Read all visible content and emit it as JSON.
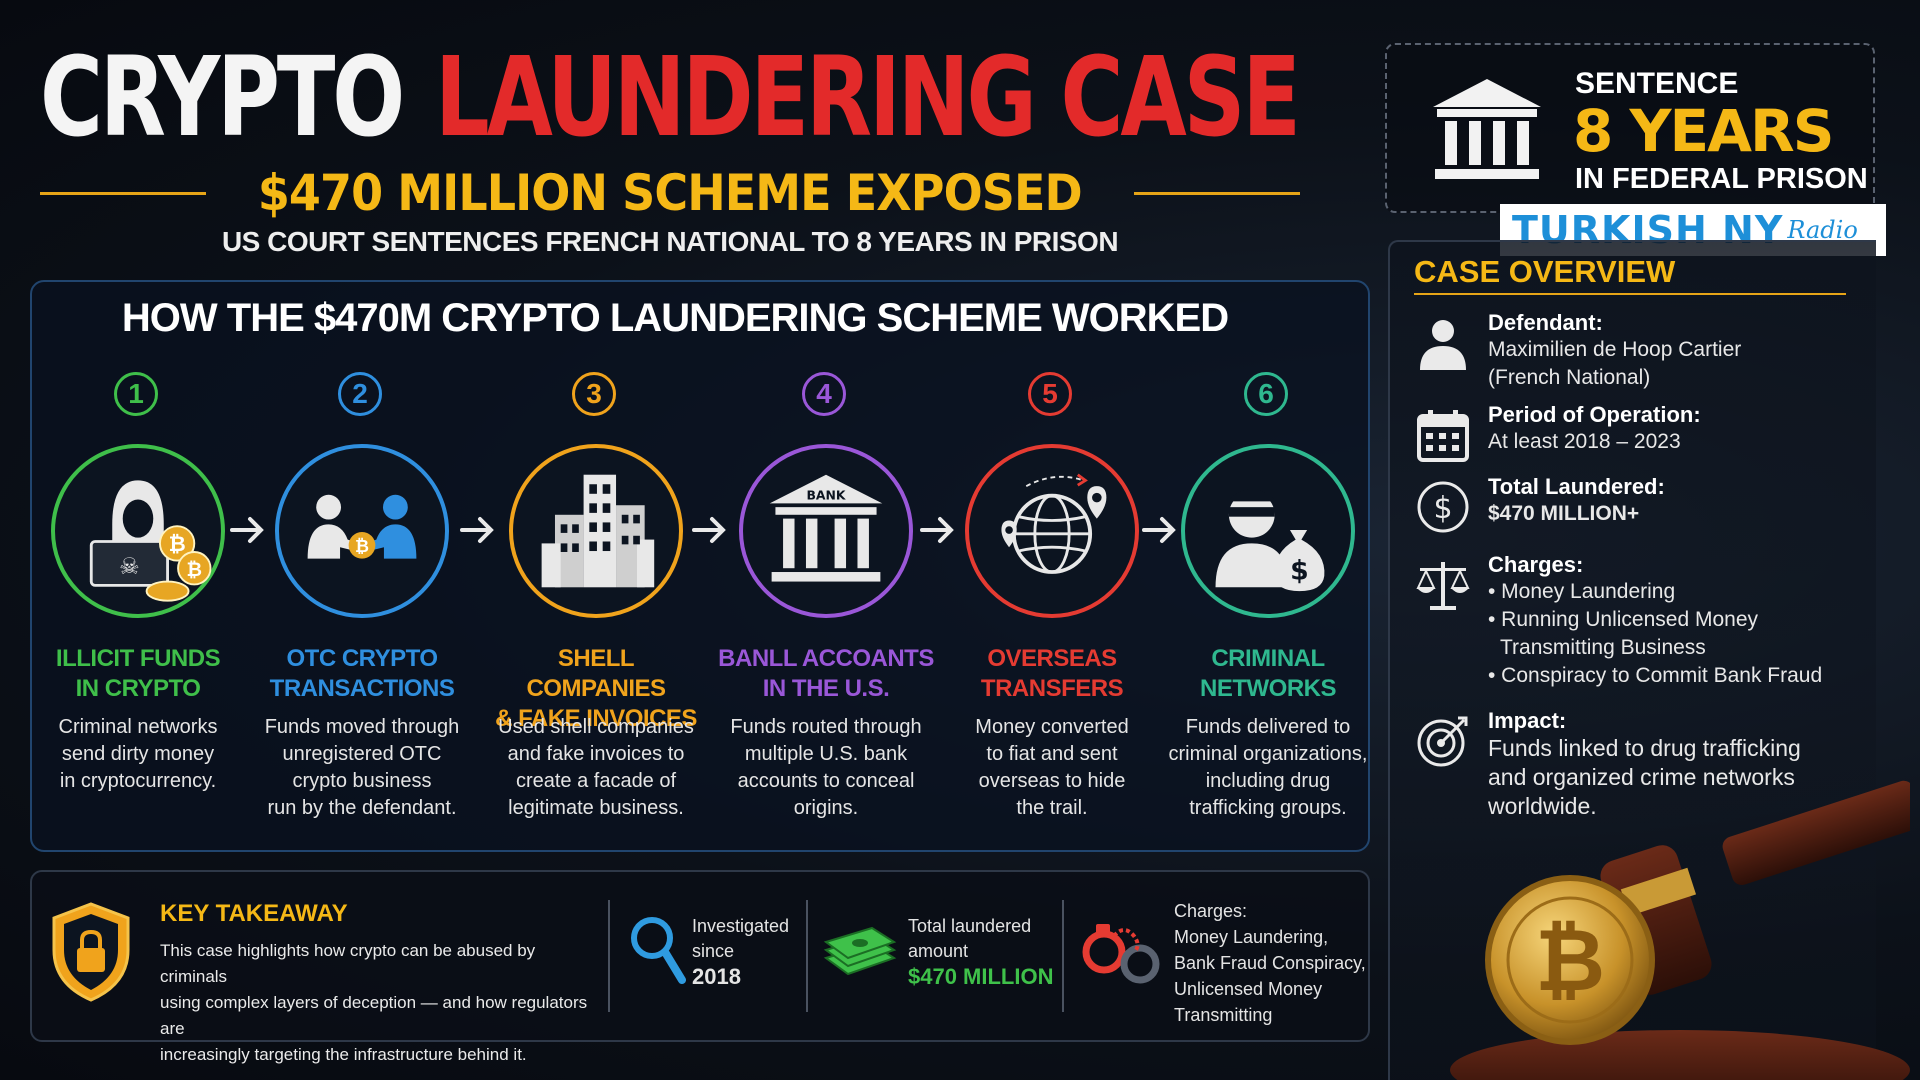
{
  "header": {
    "title_white": "CRYPTO",
    "title_red": "LAUNDERING CASE",
    "subtitle": "$470 MILLION SCHEME EXPOSED",
    "tagline": "US COURT SENTENCES FRENCH NATIONAL TO 8 YEARS IN PRISON"
  },
  "sentence": {
    "label": "SENTENCE",
    "years": "8 YEARS",
    "where": "IN FEDERAL PRISON",
    "icon": "courthouse-icon"
  },
  "brand": {
    "main": "TURKISH NY",
    "script": "Radio"
  },
  "overview": {
    "title": "CASE OVERVIEW",
    "items": [
      {
        "icon": "person-icon",
        "label": "Defendant:",
        "lines": [
          "Maximilien de Hoop Cartier",
          "(French National)"
        ]
      },
      {
        "icon": "calendar-icon",
        "label": "Period of Operation:",
        "lines": [
          "At least 2018 – 2023"
        ]
      },
      {
        "icon": "dollar-icon",
        "label": "Total Laundered:",
        "lines": [
          "$470 MILLION+"
        ]
      },
      {
        "icon": "scales-icon",
        "label": "Charges:",
        "lines": [
          "• Money Laundering",
          "• Running Unlicensed Money",
          "  Transmitting Business",
          "• Conspiracy to Commit Bank Fraud"
        ]
      },
      {
        "icon": "target-icon",
        "label": "Impact:",
        "lines": [
          "Funds linked to drug trafficking",
          "and organized crime networks",
          "worldwide."
        ]
      }
    ]
  },
  "steps": {
    "title": "HOW THE $470M CRYPTO LAUNDERING SCHEME WORKED",
    "items": [
      {
        "num": "1",
        "color": "#3fbf4a",
        "icon": "hacker-icon",
        "head": [
          "ILLICIT FUNDS",
          "IN CRYPTO"
        ],
        "desc": [
          "Criminal networks",
          "send dirty money",
          "in cryptocurrency."
        ]
      },
      {
        "num": "2",
        "color": "#2f8fdf",
        "icon": "otc-exchange-icon",
        "head": [
          "OTC CRYPTO",
          "TRANSACTIONS"
        ],
        "desc": [
          "Funds moved through",
          "unregistered OTC",
          "crypto business",
          "run by the defendant."
        ]
      },
      {
        "num": "3",
        "color": "#f0a31c",
        "icon": "buildings-icon",
        "head": [
          "SHELL COMPANIES",
          "& FAKE INVOICES"
        ],
        "desc": [
          "Used shell companies",
          "and fake invoices to",
          "create a facade of",
          "legitimate business."
        ]
      },
      {
        "num": "4",
        "color": "#9a57d8",
        "icon": "bank-icon",
        "bank_label": "BANK",
        "head": [
          "BANLL ACCOANTS",
          "IN THE U.S."
        ],
        "desc": [
          "Funds routed through",
          "multiple U.S. bank",
          "accounts to conceal",
          "origins."
        ]
      },
      {
        "num": "5",
        "color": "#e53b32",
        "icon": "globe-icon",
        "head": [
          "OVERSEAS",
          "TRANSFERS"
        ],
        "desc": [
          "Money converted",
          "to fiat and sent",
          "overseas to hide",
          "the trail."
        ]
      },
      {
        "num": "6",
        "color": "#2fb88f",
        "icon": "criminal-moneybag-icon",
        "head": [
          "CRIMINAL",
          "NETWORKS"
        ],
        "desc": [
          "Funds delivered to",
          "criminal organizations,",
          "including drug",
          "trafficking groups."
        ]
      }
    ]
  },
  "takeaway": {
    "title": "KEY TAKEAWAY",
    "body": [
      "This case highlights how crypto can be abused by criminals",
      "using complex layers of deception — and how regulators are",
      "increasingly targeting the infrastructure behind it."
    ],
    "investigated": {
      "l1": "Investigated",
      "l2": "since",
      "year": "2018"
    },
    "amount": {
      "l1": "Total laundered",
      "l2": "amount",
      "val": "$470 MILLION"
    },
    "charges": [
      "Charges:",
      "Money Laundering,",
      "Bank Fraud Conspiracy,",
      "Unlicensed Money",
      "Transmitting"
    ]
  },
  "colors": {
    "gold": "#f5b816",
    "red": "#e32a2a",
    "green": "#3fc14a"
  }
}
